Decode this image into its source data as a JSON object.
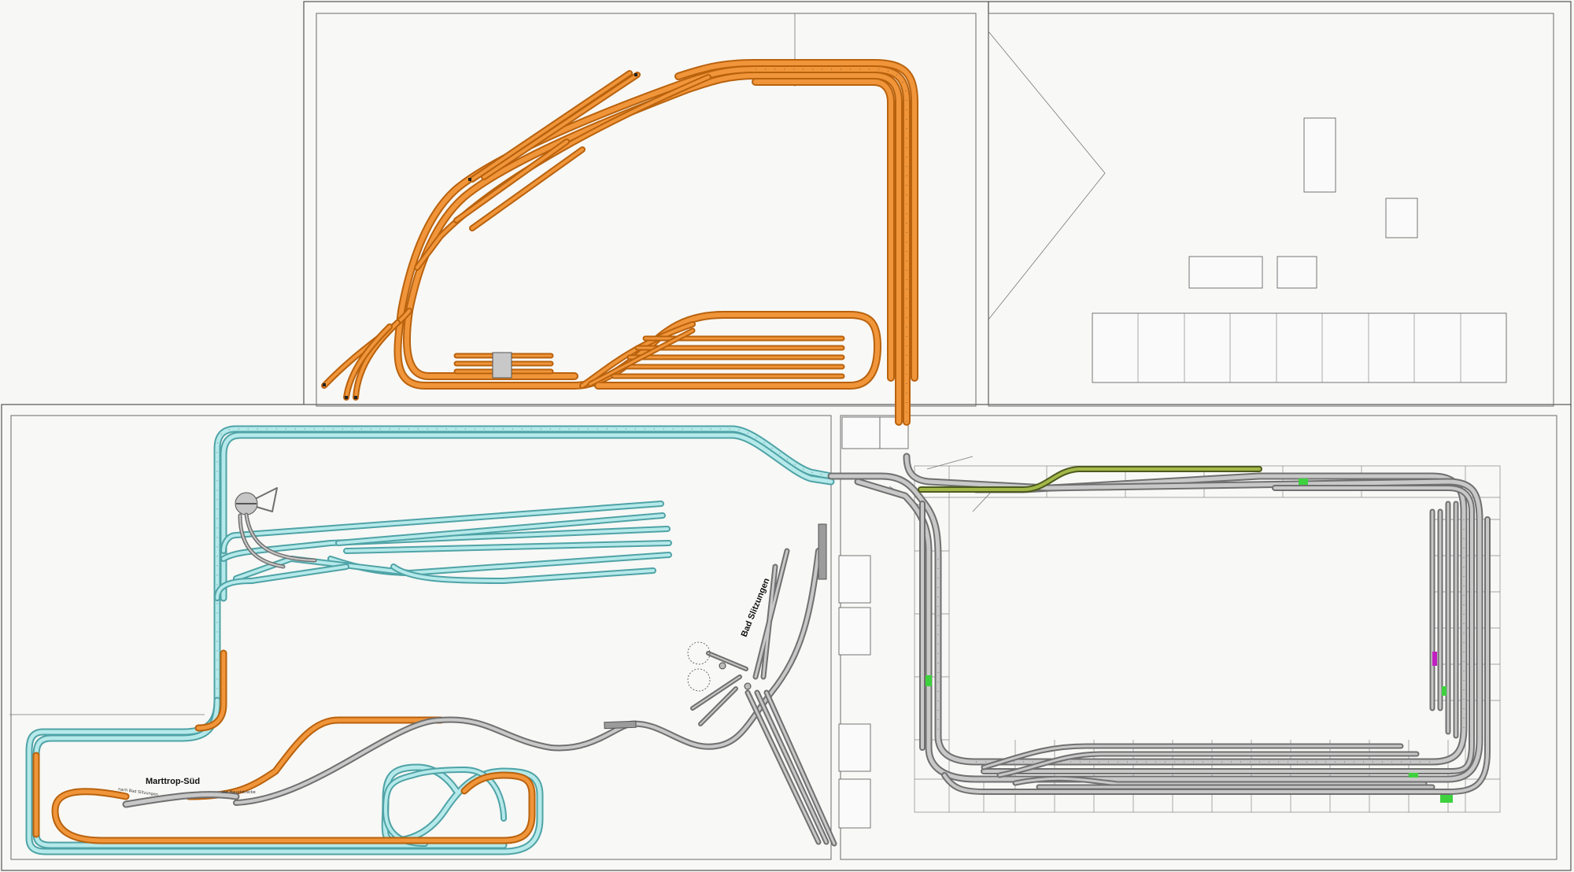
{
  "title": "",
  "stations": {
    "marttrop_sued": "Marttrop-Süd",
    "bad_slitzungen": "Bad Slitzungen"
  },
  "annotations": {
    "nach_bad_slitzungen": "nach Bad Slitzungen",
    "zur_hauptstrecke": "zur Hauptstrecke"
  },
  "colors": {
    "orange_track": "#e8852a",
    "cyan_track": "#8fd3d5",
    "gray_track": "#b0b0b0",
    "olive_track": "#8a9a36",
    "signal_green": "#3ed13e",
    "signal_magenta": "#c21fc2"
  }
}
